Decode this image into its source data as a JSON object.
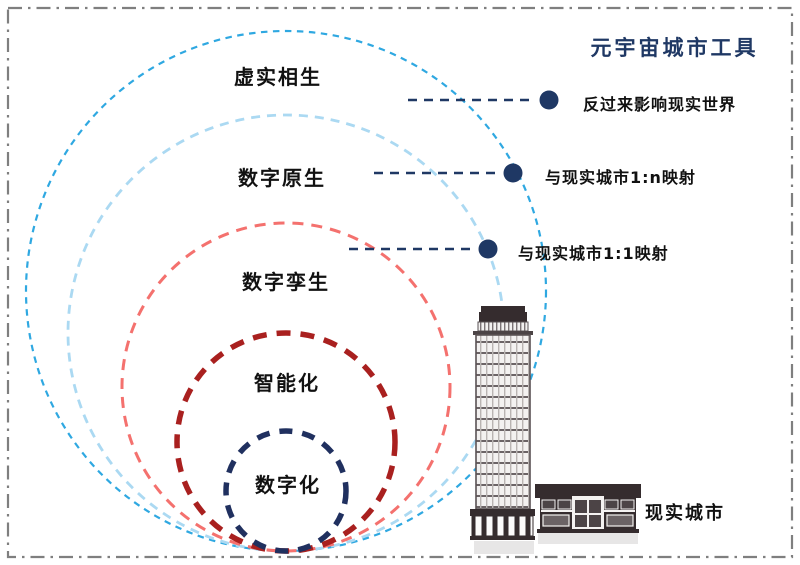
{
  "title": {
    "text": "元宇宙城市工具",
    "color": "#1F3864"
  },
  "diagram": {
    "rings": [
      {
        "label": "虚实相生",
        "color": "#2FA8E1"
      },
      {
        "label": "数字原生",
        "color": "#ABD9F2"
      },
      {
        "label": "数字孪生",
        "color": "#F4716E"
      },
      {
        "label": "智能化",
        "color": "#A9201F"
      },
      {
        "label": "数字化",
        "color": "#20305F"
      }
    ],
    "annotations": [
      {
        "label": "反过来影响现实世界"
      },
      {
        "label": "与现实城市1:n映射"
      },
      {
        "label": "与现实城市1:1映射"
      }
    ],
    "connector_color": "#1F3864"
  },
  "real_city": {
    "label": "现实城市"
  },
  "border_color": "#7F7F7F",
  "building_color": "#352C2E"
}
